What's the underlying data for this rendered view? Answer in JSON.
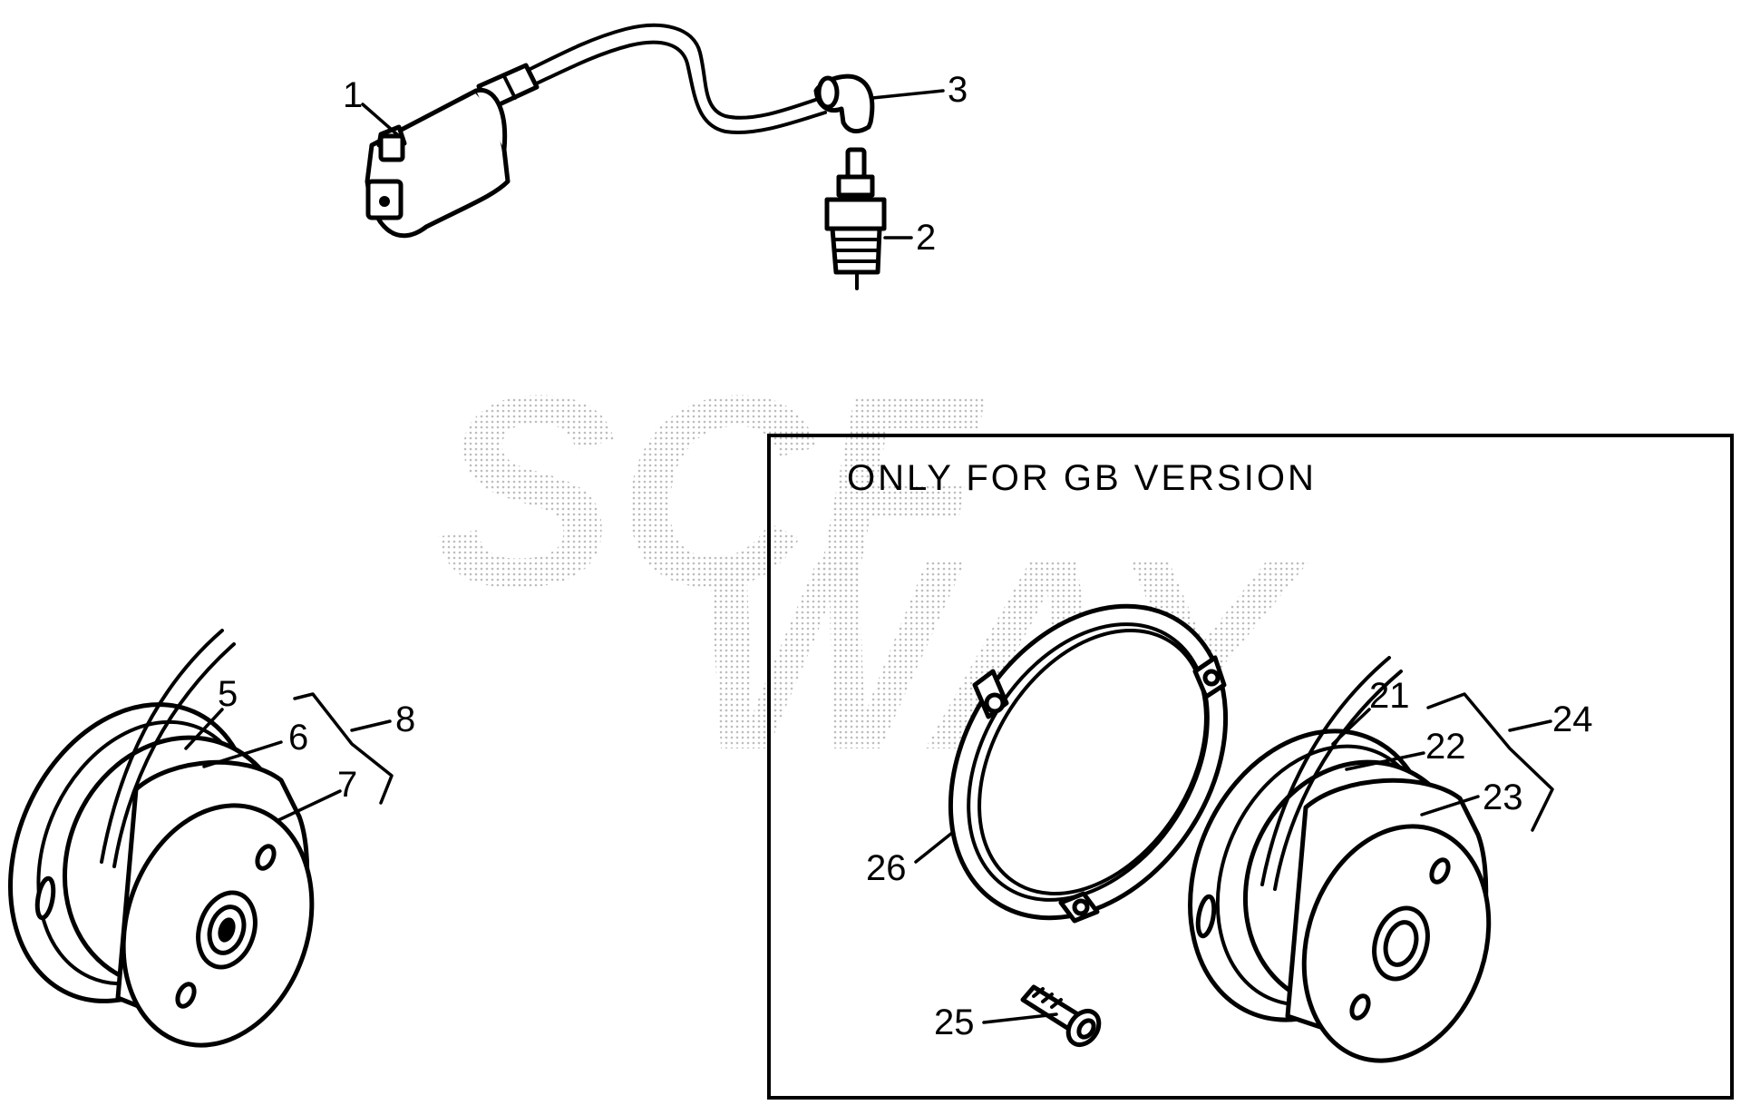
{
  "watermark": {
    "line1": "SCF",
    "line2": "WAY"
  },
  "gb_box": {
    "title": "ONLY FOR GB VERSION"
  },
  "callouts": {
    "c1": "1",
    "c2": "2",
    "c3": "3",
    "c5": "5",
    "c6": "6",
    "c7": "7",
    "c8": "8",
    "c21": "21",
    "c22": "22",
    "c23": "23",
    "c24": "24",
    "c25": "25",
    "c26": "26"
  },
  "colors": {
    "line": "#000000",
    "background": "#ffffff",
    "watermark": "#c8c8c8"
  }
}
